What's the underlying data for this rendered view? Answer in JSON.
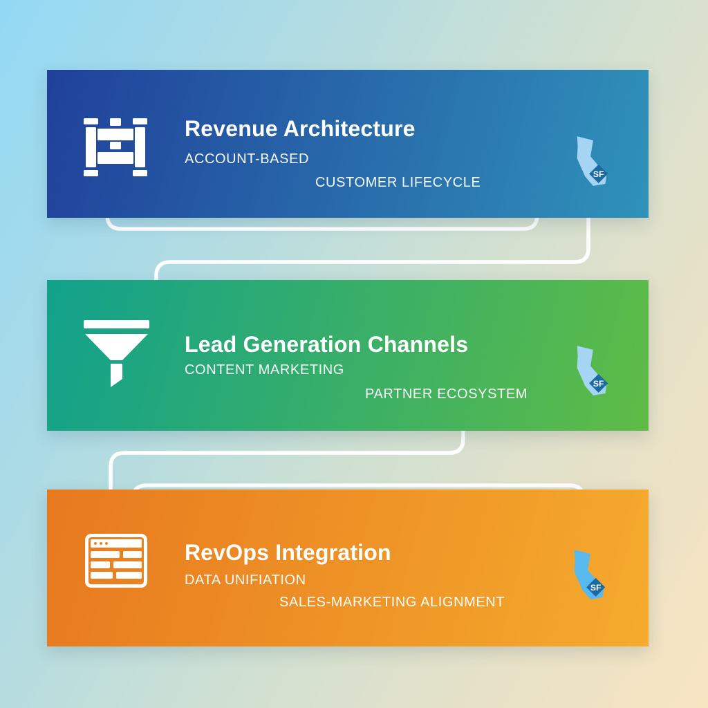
{
  "cards": [
    {
      "title": "Revenue Architecture",
      "labels": [
        "ACCOUNT-BASED",
        "CUSTOMER LIFECYCLE"
      ],
      "icon": "pipeline-icon",
      "gradient_from": "#20409a",
      "gradient_to": "#2f92ba",
      "badge_label": "SF",
      "california_fill": "#a6d4f3"
    },
    {
      "title": "Lead Generation Channels",
      "labels": [
        "CONTENT MARKETING",
        "PARTNER ECOSYSTEM"
      ],
      "icon": "funnel-icon",
      "gradient_from": "#11a18c",
      "gradient_to": "#5fbc45",
      "badge_label": "SF",
      "california_fill": "#a6d4f3"
    },
    {
      "title": "RevOps Integration",
      "labels": [
        "DATA UNIFIATION",
        "SALES-MARKETING ALIGNMENT"
      ],
      "icon": "browser-table-icon",
      "gradient_from": "#e7791f",
      "gradient_to": "#f5ab2d",
      "badge_label": "SF",
      "california_fill": "#58b9ee"
    }
  ],
  "colors": {
    "connector_line": "#ffffff",
    "sf_badge_bg": "#1c6aa3",
    "background_top_left": "#93d9f4",
    "background_mid": "#cfe0d2",
    "background_bottom_right": "#f8e4c1"
  }
}
